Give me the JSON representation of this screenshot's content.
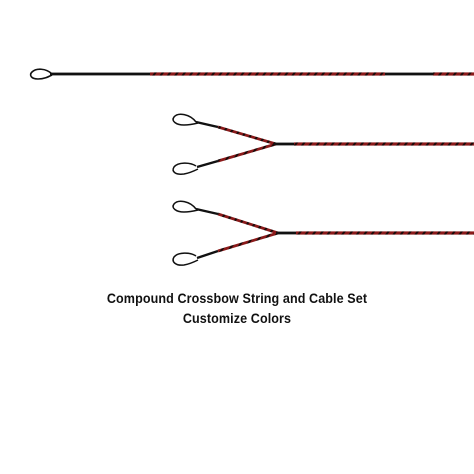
{
  "caption": {
    "title": "Compound Crossbow String and Cable Set",
    "subtitle": "Customize Colors"
  },
  "colors": {
    "background": "#ffffff",
    "string_red": "#8b1a1a",
    "string_black": "#111111",
    "serving_black": "#0a0a0a",
    "text": "#111111"
  },
  "illustration": {
    "items": [
      {
        "kind": "bowstring",
        "loops": 1
      },
      {
        "kind": "split-cable",
        "loops": 2
      },
      {
        "kind": "split-cable",
        "loops": 2
      }
    ]
  }
}
